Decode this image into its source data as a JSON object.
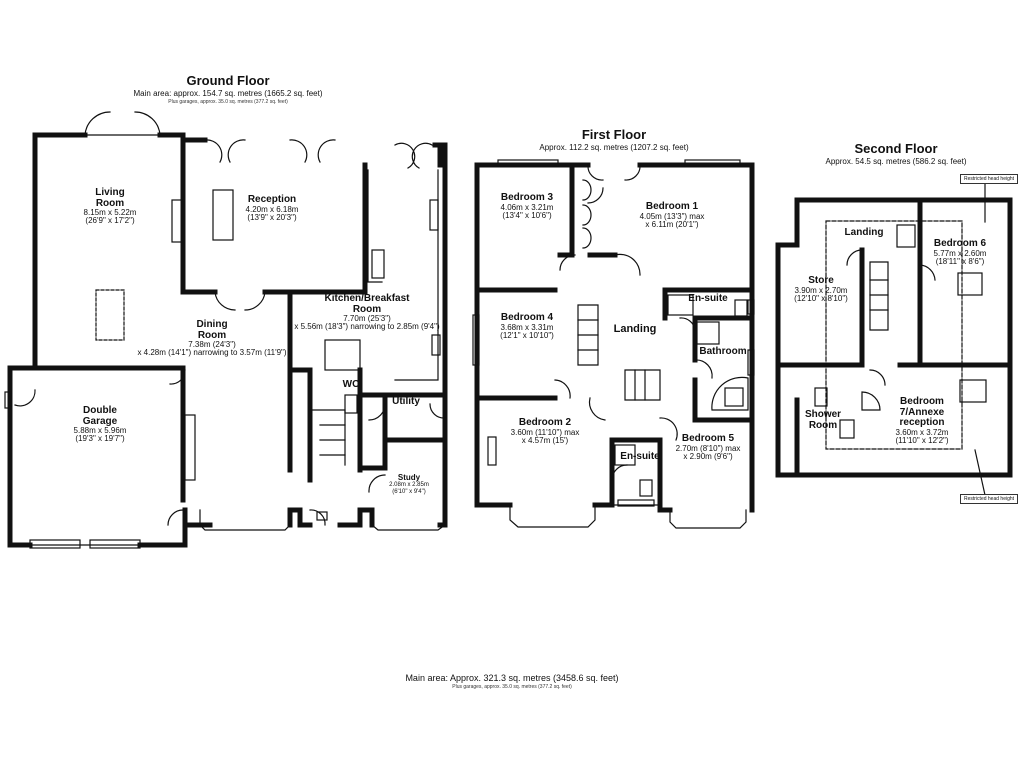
{
  "ground_floor": {
    "title": "Ground Floor",
    "area": "Main area: approx. 154.7 sq. metres (1665.2 sq. feet)",
    "sub_area": "Plus garages, approx. 35.0 sq. metres (377.2 sq. feet)",
    "rooms": {
      "living": {
        "name": "Living\nRoom",
        "dims": "8.15m x 5.22m\n(26'9\" x 17'2\")"
      },
      "reception": {
        "name": "Reception",
        "dims": "4.20m x 6.18m\n(13'9\" x 20'3\")"
      },
      "kitchen": {
        "name": "Kitchen/Breakfast\nRoom",
        "dims": "7.70m (25'3\")\nx 5.56m (18'3\") narrowing to 2.85m (9'4\")"
      },
      "dining": {
        "name": "Dining\nRoom",
        "dims": "7.38m (24'3\")\nx 4.28m (14'1\") narrowing to 3.57m (11'9\")"
      },
      "garage": {
        "name": "Double\nGarage",
        "dims": "5.88m x 5.96m\n(19'3\" x 19'7\")"
      },
      "wc": {
        "name": "WC"
      },
      "utility": {
        "name": "Utility"
      },
      "study": {
        "name": "Study",
        "dims": "2.08m x 2.85m\n(6'10\" x 9'4\")"
      }
    }
  },
  "first_floor": {
    "title": "First Floor",
    "area": "Approx. 112.2 sq. metres (1207.2 sq. feet)",
    "rooms": {
      "bed3": {
        "name": "Bedroom 3",
        "dims": "4.06m x 3.21m\n(13'4\" x 10'6\")"
      },
      "bed1": {
        "name": "Bedroom 1",
        "dims": "4.05m (13'3\") max\nx 6.11m (20'1\")"
      },
      "ensuite1": {
        "name": "En-suite"
      },
      "bed4": {
        "name": "Bedroom 4",
        "dims": "3.68m x 3.31m\n(12'1\" x 10'10\")"
      },
      "landing": {
        "name": "Landing"
      },
      "bathroom": {
        "name": "Bathroom"
      },
      "bed2": {
        "name": "Bedroom 2",
        "dims": "3.60m (11'10\") max\nx 4.57m (15')"
      },
      "ensuite2": {
        "name": "En-suite"
      },
      "bed5": {
        "name": "Bedroom 5",
        "dims": "2.70m (8'10\") max\nx 2.90m (9'6\")"
      }
    }
  },
  "second_floor": {
    "title": "Second Floor",
    "area": "Approx. 54.5 sq. metres (586.2 sq. feet)",
    "restricted_top": "Restricted head height",
    "restricted_bottom": "Restricted head height",
    "rooms": {
      "landing": {
        "name": "Landing"
      },
      "bed6": {
        "name": "Bedroom 6",
        "dims": "5.77m x 2.60m\n(18'11\" x 8'6\")"
      },
      "store": {
        "name": "Store",
        "dims": "3.90m x 2.70m\n(12'10\" x 8'10\")"
      },
      "shower": {
        "name": "Shower\nRoom"
      },
      "bed7": {
        "name": "Bedroom\n7/Annexe\nreception",
        "dims": "3.60m x 3.72m\n(11'10\" x 12'2\")"
      }
    }
  },
  "footer": {
    "main_area": "Main area: Approx. 321.3 sq. metres (3458.6 sq. feet)",
    "plus_garages": "Plus garages, approx. 35.0 sq. metres (377.2 sq. feet)"
  }
}
